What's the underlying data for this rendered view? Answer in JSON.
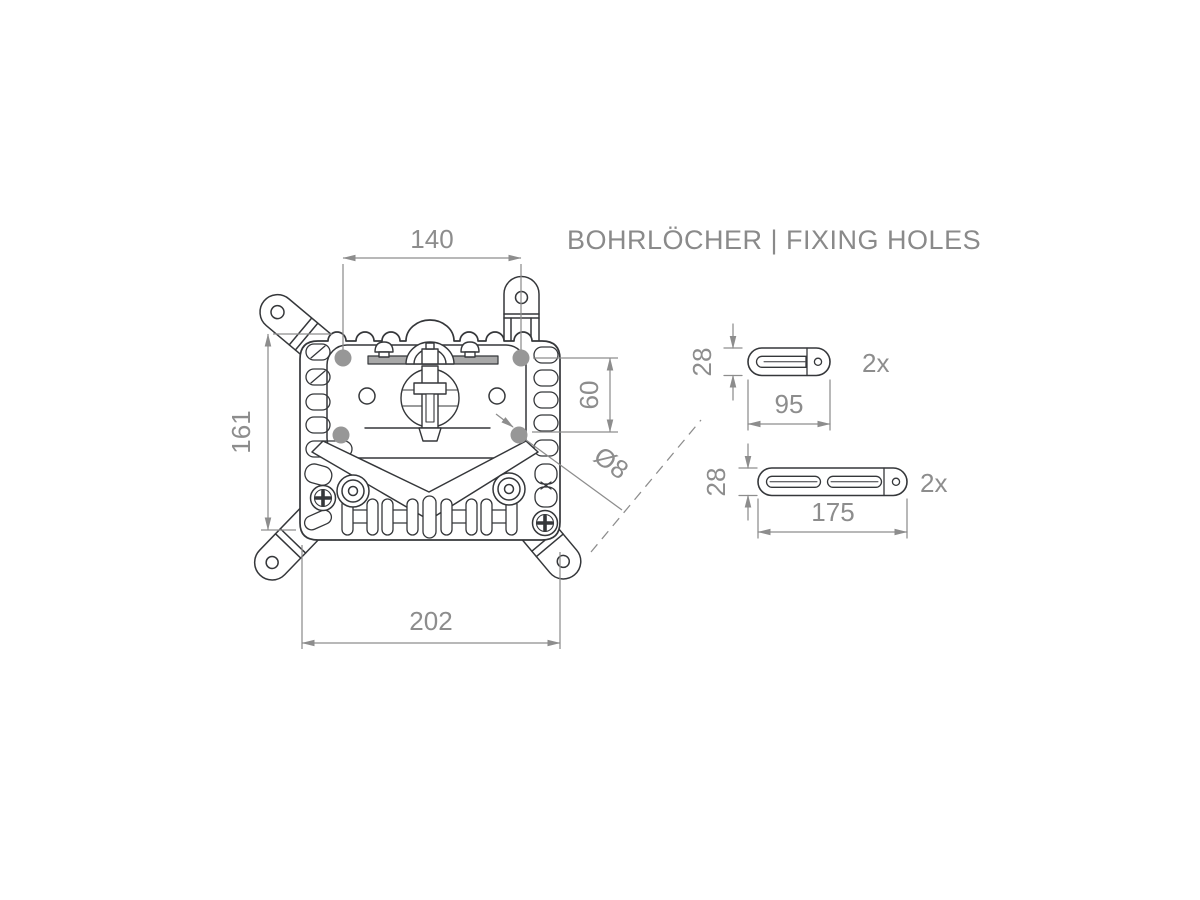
{
  "title": "BOHRLÖCHER | FIXING HOLES",
  "colors": {
    "outline": "#35373a",
    "dimension": "#8d8d8d",
    "hole_fill": "#979797",
    "background": "#ffffff"
  },
  "bracket": {
    "dimensions": {
      "hole_spacing_top": "140",
      "height_left": "161",
      "width_bottom": "202",
      "hole_spacing_right": "60",
      "hole_diameter": "Ø8"
    }
  },
  "slots": [
    {
      "height": "28",
      "length": "95",
      "quantity": "2x"
    },
    {
      "height": "28",
      "length": "175",
      "quantity": "2x"
    }
  ]
}
